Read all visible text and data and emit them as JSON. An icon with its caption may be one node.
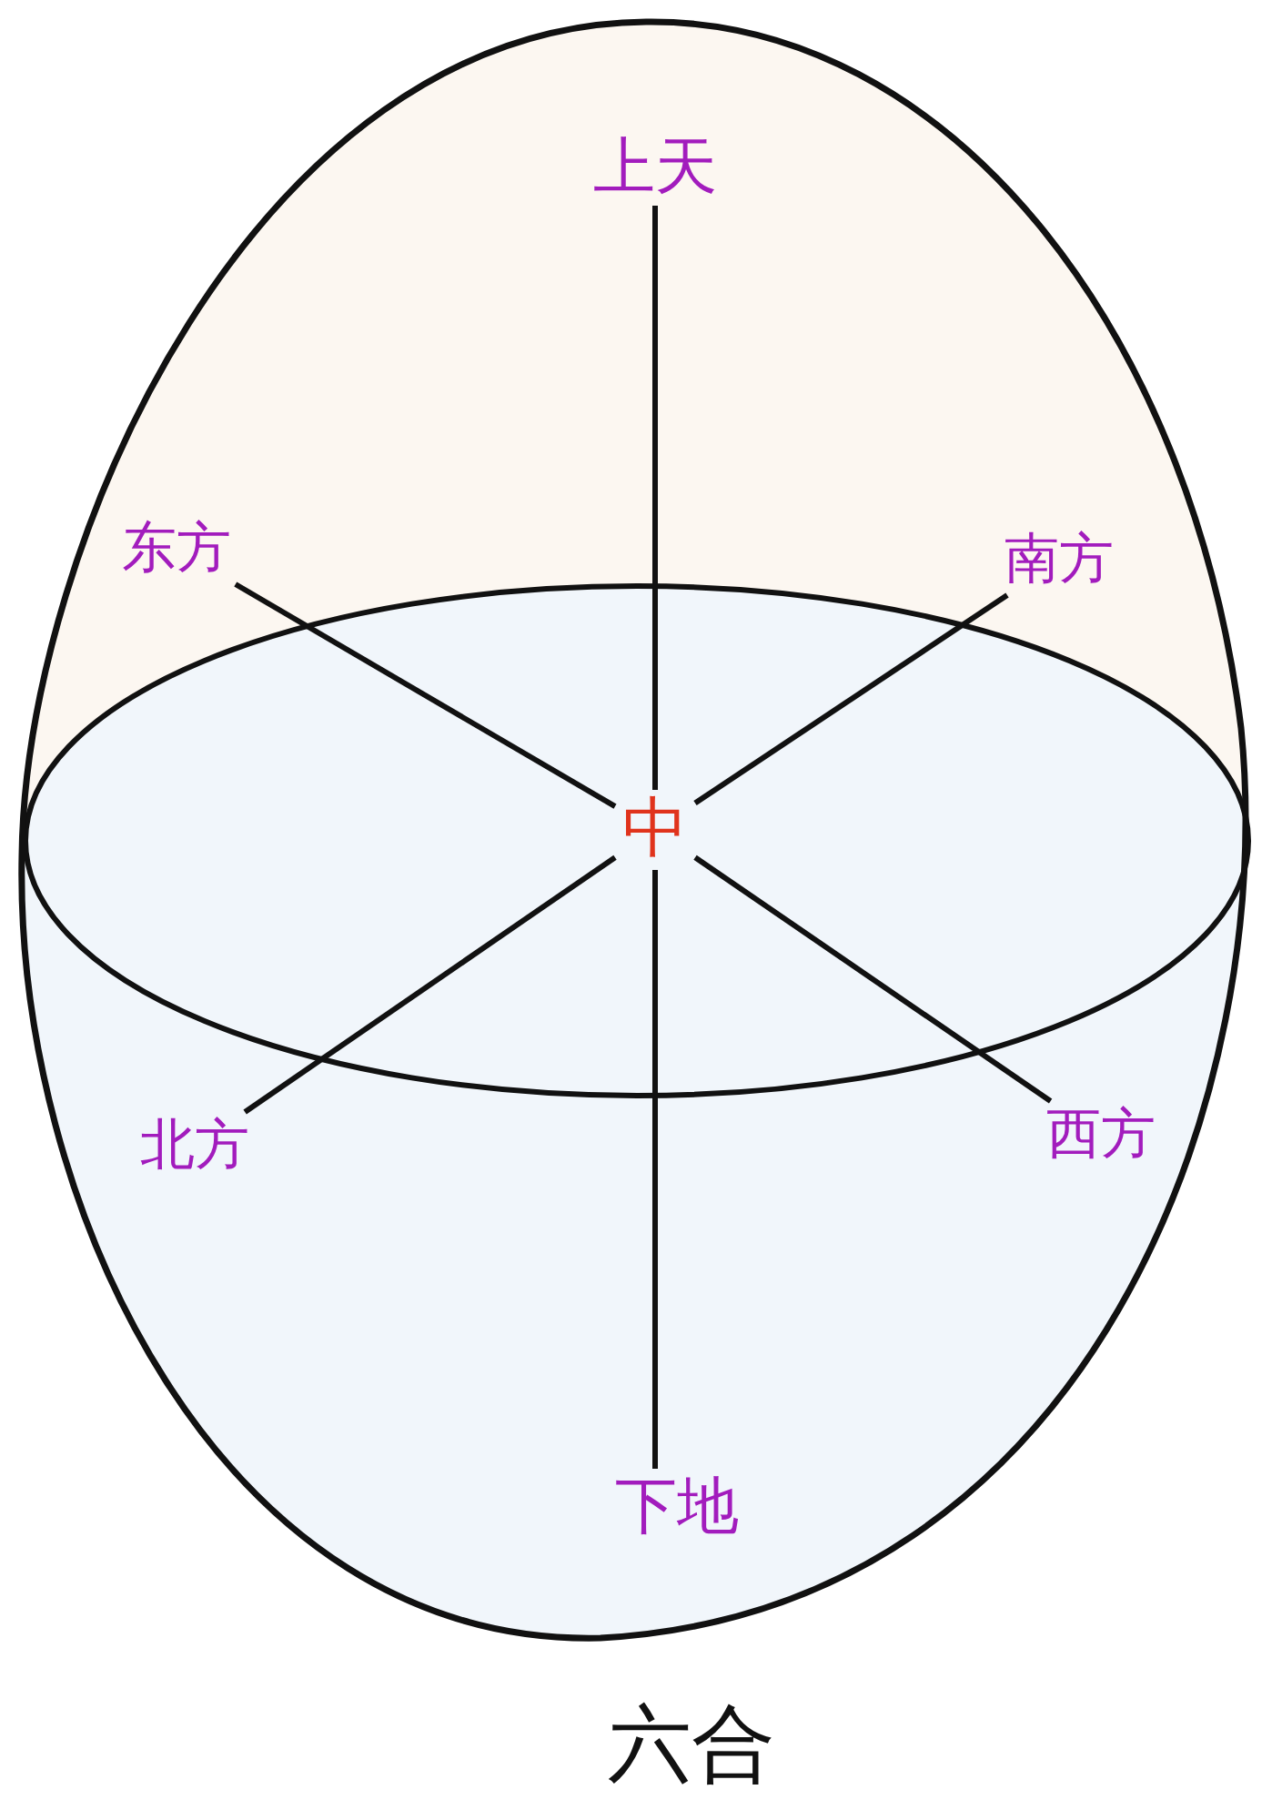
{
  "diagram": {
    "caption": "六合",
    "nodes": [
      {
        "text": [
          "上天"
        ]
      },
      {
        "text": [
          "东方"
        ]
      },
      {
        "text": [
          "南方"
        ]
      },
      {
        "text": [
          "中"
        ]
      },
      {
        "text": [
          "北方"
        ]
      },
      {
        "text": [
          "西方"
        ]
      },
      {
        "text": [
          "下地"
        ]
      }
    ],
    "edges": [
      {
        "from": 3,
        "to": 0,
        "arrow": "none"
      },
      {
        "from": 3,
        "to": 1,
        "arrow": "none"
      },
      {
        "from": 3,
        "to": 2,
        "arrow": "none"
      },
      {
        "from": 3,
        "to": 4,
        "arrow": "none"
      },
      {
        "from": 3,
        "to": 5,
        "arrow": "none"
      },
      {
        "from": 3,
        "to": 6,
        "arrow": "none"
      }
    ]
  }
}
